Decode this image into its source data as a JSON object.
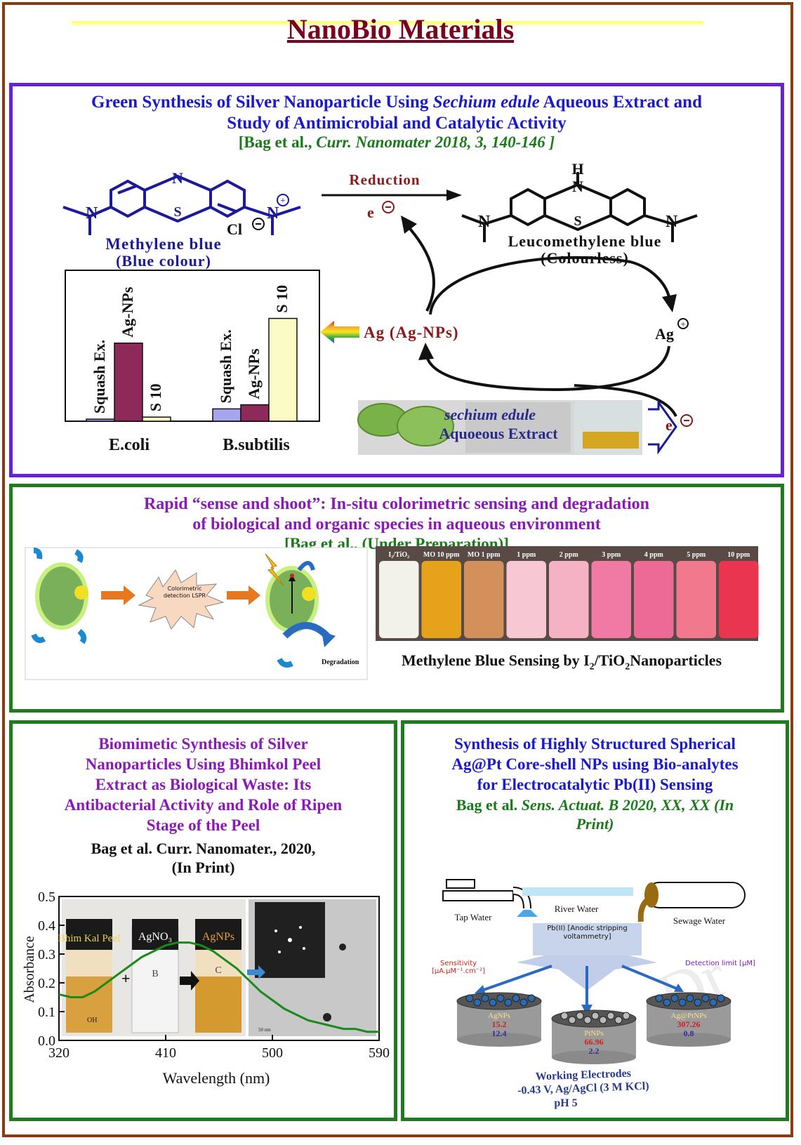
{
  "title": "NanoBio Materials",
  "panel1": {
    "title_line1_a": "Green Synthesis of Silver Nanoparticle Using ",
    "title_line1_b": "Sechium edule",
    "title_line1_c": " Aqueous Extract and",
    "title_line2": "Study of Antimicrobial and Catalytic Activity",
    "ref_a": "[Bag et al., ",
    "ref_b": "Curr. Nanomater 2018, 3, 140-146 ]",
    "mb_label": "Methylene blue",
    "mb_sub": "(Blue colour)",
    "lmb_label": "Leucomethylene blue",
    "lmb_sub": "(Colourless)",
    "reduction": "Reduction",
    "eminus": "e",
    "ag_np": "Ag (Ag-NPs)",
    "ag_plus": "Ag",
    "chloride": "Cl",
    "atom_N": "N",
    "atom_S": "S",
    "atom_H": "H",
    "photo_line1": "sechium edule",
    "photo_line2": "Aquoeous Extract",
    "bar_labels": [
      "Squash Ex.",
      "Ag-NPs",
      "S 10",
      "Squash Ex.",
      "Ag-NPs",
      "S 10"
    ],
    "group_labels": [
      "E.coli",
      "B.subtilis"
    ]
  },
  "chart_data": {
    "type": "bar",
    "categories": [
      "E.coli",
      "B.subtilis"
    ],
    "series": [
      {
        "name": "Squash Ex.",
        "values": [
          1,
          6
        ],
        "color": "#a6a6ee"
      },
      {
        "name": "Ag-NPs",
        "values": [
          38,
          8
        ],
        "color": "#8e2a5a"
      },
      {
        "name": "S 10",
        "values": [
          2,
          50
        ],
        "color": "#fbfbc6"
      }
    ],
    "ylim": [
      0,
      70
    ],
    "xlabel": "",
    "ylabel": ""
  },
  "panel2": {
    "title_line1": "Rapid “sense and shoot”: In-situ colorimetric sensing and degradation",
    "title_line2": "of biological and organic species in aqueous environment",
    "ref": "[Bag et al., (Under Preparation)]",
    "burst_text": "Colorimetric detection LSPR",
    "degradation": "Degradation",
    "vial_labels": [
      "I₂/TiO₂",
      "MO 10 ppm",
      "MO 1 ppm",
      "1 ppm",
      "2 ppm",
      "3 ppm",
      "4 ppm",
      "5 ppm",
      "10 ppm"
    ],
    "vial_colors": [
      "#f2f2ea",
      "#e5a21a",
      "#d4905a",
      "#f7c8d4",
      "#f5b2c4",
      "#f07aa3",
      "#ee6a96",
      "#f2788e",
      "#ea3550"
    ],
    "caption_a": "Methylene Blue Sensing by I",
    "caption_b": "2",
    "caption_c": "/TiO",
    "caption_d": "2",
    "caption_e": "Nanoparticles"
  },
  "panel3": {
    "title": [
      "Biomimetic Synthesis of Silver",
      "Nanoparticles Using Bhimkol Peel",
      "Extract as Biological Waste: Its",
      "Antibacterial Activity and Role of Ripen",
      "Stage of the Peel"
    ],
    "ref1": "Bag et al. Curr. Nanomater., 2020,",
    "ref2": "(In Print)",
    "vial_labels": [
      "Bhim Kal Peel",
      "AgNO₃",
      "AgNPs"
    ],
    "vial_letters": [
      "B",
      "C"
    ],
    "scale": "50 nm",
    "oh": "OH"
  },
  "chart3": {
    "type": "line",
    "xlabel": "Wavelength (nm)",
    "ylabel": "Absorbance",
    "xlim": [
      320,
      590
    ],
    "ylim": [
      0.0,
      0.5
    ],
    "xticks": [
      "320",
      "410",
      "500",
      "590"
    ],
    "yticks": [
      "0.0",
      "0.1",
      "0.2",
      "0.3",
      "0.4",
      "0.5"
    ],
    "x": [
      320,
      330,
      340,
      350,
      360,
      370,
      380,
      390,
      400,
      410,
      420,
      430,
      440,
      450,
      460,
      470,
      480,
      490,
      500,
      510,
      520,
      530,
      540,
      550,
      560,
      570,
      580,
      590
    ],
    "y": [
      0.16,
      0.15,
      0.15,
      0.17,
      0.2,
      0.23,
      0.26,
      0.29,
      0.31,
      0.33,
      0.34,
      0.34,
      0.33,
      0.31,
      0.28,
      0.25,
      0.21,
      0.17,
      0.14,
      0.11,
      0.09,
      0.07,
      0.06,
      0.05,
      0.04,
      0.04,
      0.03,
      0.03
    ],
    "color": "#1a8a1a"
  },
  "panel4": {
    "title": [
      "Synthesis of Highly Structured Spherical",
      "Ag@Pt Core-shell NPs using Bio-analytes",
      "for Electrocatalytic Pb(II) Sensing"
    ],
    "ref_a": "Bag et al. ",
    "ref_b": "Sens. Actuat. B",
    "ref_c": " 2020, XX, XX (In",
    "ref_d": "Print)",
    "sources": [
      "Tap Water",
      "River Water",
      "Sewage Water"
    ],
    "method": "Pb(II) [Anodic stripping voltammetry]",
    "sensitivity": "Sensitivity [µA.µM⁻¹.cm⁻²]",
    "detection": "Detection limit [µM]",
    "electrodes": [
      {
        "name": "AgNPs",
        "sens": "15.2",
        "lod": "12.4"
      },
      {
        "name": "PtNPs",
        "sens": "66.96",
        "lod": "2.2"
      },
      {
        "name": "Ag@PtNPs",
        "sens": "307.26",
        "lod": "0.8"
      }
    ],
    "footer": [
      "Working Electrodes",
      "-0.43 V, Ag/AgCl (3 M KCl)",
      "pH 5"
    ]
  }
}
